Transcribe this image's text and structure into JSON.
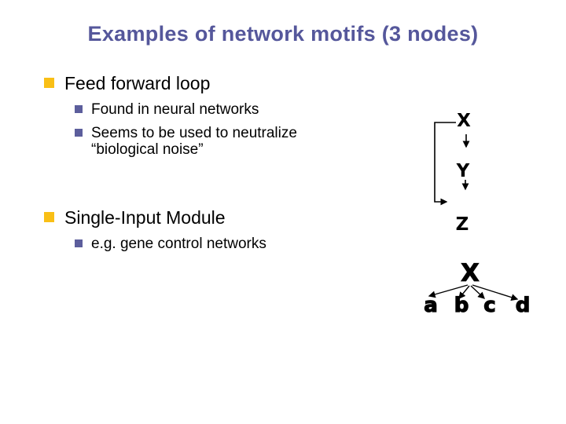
{
  "slide": {
    "title": "Examples of network motifs (3 nodes)",
    "background": "#FFFFFF",
    "colors": {
      "title_text": "#55579B",
      "body_text": "#000000",
      "bullet_level1": "#F9BF16",
      "bullet_level2": "#5C5E9C",
      "diagram": "#000000"
    },
    "bullets": [
      {
        "label": "Feed forward loop",
        "children": [
          "Found in neural networks",
          "Seems to be used to neutralize “biological noise”"
        ]
      },
      {
        "label": "Single-Input Module",
        "children": [
          "e.g. gene control networks"
        ]
      }
    ],
    "diagrams": {
      "feed_forward_loop": {
        "nodes": {
          "top": "X",
          "middle": "Y",
          "bottom": "Z"
        },
        "edges": [
          "X→Y",
          "Y→Z",
          "X→Z"
        ]
      },
      "single_input_module": {
        "hub": "X",
        "targets": [
          "a",
          "b",
          "c",
          "d"
        ],
        "edges": [
          "X→a",
          "X→b",
          "X→c",
          "X→d"
        ]
      }
    }
  }
}
